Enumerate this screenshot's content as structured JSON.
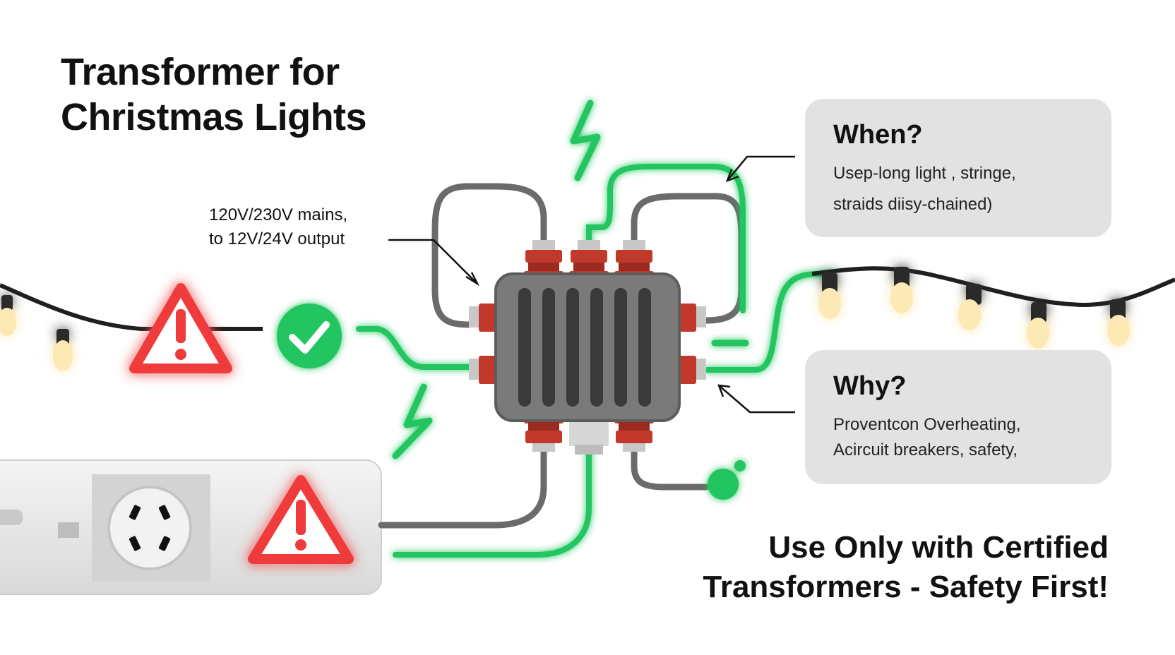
{
  "title": {
    "line1": "Transformer for",
    "line2": "Christmas Lights"
  },
  "callout": {
    "line1": "120V/230V mains,",
    "line2": "to 12V/24V output"
  },
  "when_card": {
    "heading": "When?",
    "line1": "Usep-long  light , stringe,",
    "line2": "straids diisy-chained)"
  },
  "why_card": {
    "heading": "Why?",
    "line1": "Proventcon Overheating,",
    "line2": "Acircuit breakers, safety,"
  },
  "footer": {
    "line1": "Use Only with Certified",
    "line2": "Transformers - Safety First!"
  },
  "icons": {
    "warning": "warning-triangle-icon",
    "check": "check-circle-icon",
    "bolt": "lightning-bolt-icon",
    "outlet": "power-outlet-icon"
  },
  "colors": {
    "green": "#22c55e",
    "red": "#ef3b3b",
    "wire": "#6b6b6b",
    "string": "#1f1f1f",
    "bulb": "#fde9b4",
    "transformer": "#7a7a7a",
    "terminal": "#c0392b"
  }
}
